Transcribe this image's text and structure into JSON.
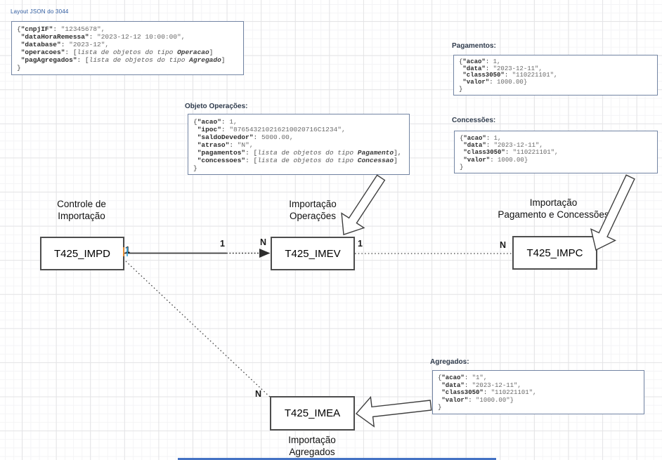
{
  "page": {
    "title": "Layout JSON do 3044"
  },
  "colors": {
    "json_box_border": "#7284a3",
    "entity_border": "#4d4d4d",
    "arrow_outline": "#3f3f3f",
    "title_blue": "#2e5b9f",
    "bottom_bar_blue": "#4472c4",
    "grid_minor": "#f4f4f6",
    "grid_major": "#e4e4e6"
  },
  "json_blocks": [
    {
      "id": "layout3044",
      "label": "",
      "lines": [
        [
          {
            "t": "{",
            "c": "p"
          },
          {
            "t": "\"cnpjIF\"",
            "c": "k"
          },
          {
            "t": ": ",
            "c": "p"
          },
          {
            "t": "\"12345678\",",
            "c": "v"
          }
        ],
        [
          {
            "t": " ",
            "c": "p"
          },
          {
            "t": "\"dataHoraRemessa\"",
            "c": "k"
          },
          {
            "t": ": ",
            "c": "p"
          },
          {
            "t": "\"2023-12-12 10:00:00\",",
            "c": "v"
          }
        ],
        [
          {
            "t": " ",
            "c": "p"
          },
          {
            "t": "\"database\"",
            "c": "k"
          },
          {
            "t": ": ",
            "c": "p"
          },
          {
            "t": "\"2023-12\",",
            "c": "v"
          }
        ],
        [
          {
            "t": " ",
            "c": "p"
          },
          {
            "t": "\"operacoes\"",
            "c": "k"
          },
          {
            "t": ": [",
            "c": "p"
          },
          {
            "t": "lista de objetos do tipo ",
            "c": "i"
          },
          {
            "t": "Operacao",
            "c": "bi"
          },
          {
            "t": "]",
            "c": "p"
          }
        ],
        [
          {
            "t": " ",
            "c": "p"
          },
          {
            "t": "\"pagAgregados\"",
            "c": "k"
          },
          {
            "t": ": [",
            "c": "p"
          },
          {
            "t": "lista de objetos do tipo ",
            "c": "i"
          },
          {
            "t": "Agregado",
            "c": "bi"
          },
          {
            "t": "]",
            "c": "p"
          }
        ],
        [
          {
            "t": "}",
            "c": "p"
          }
        ]
      ]
    },
    {
      "id": "operacoes",
      "label": "Objeto Operações:",
      "lines": [
        [
          {
            "t": "{",
            "c": "p"
          },
          {
            "t": "\"acao\"",
            "c": "k"
          },
          {
            "t": ": ",
            "c": "p"
          },
          {
            "t": "1,",
            "c": "v"
          }
        ],
        [
          {
            "t": " ",
            "c": "p"
          },
          {
            "t": "\"ipoc\"",
            "c": "k"
          },
          {
            "t": ": ",
            "c": "p"
          },
          {
            "t": "\"876543210216210020716C1234\",",
            "c": "v"
          }
        ],
        [
          {
            "t": " ",
            "c": "p"
          },
          {
            "t": "\"saldoDevedor\"",
            "c": "k"
          },
          {
            "t": ": ",
            "c": "p"
          },
          {
            "t": "5000.00,",
            "c": "v"
          }
        ],
        [
          {
            "t": " ",
            "c": "p"
          },
          {
            "t": "\"atraso\"",
            "c": "k"
          },
          {
            "t": ": ",
            "c": "p"
          },
          {
            "t": "\"N\",",
            "c": "v"
          }
        ],
        [
          {
            "t": " ",
            "c": "p"
          },
          {
            "t": "\"pagamentos\"",
            "c": "k"
          },
          {
            "t": ": [",
            "c": "p"
          },
          {
            "t": "lista de objetos do tipo ",
            "c": "i"
          },
          {
            "t": "Pagamento",
            "c": "bi"
          },
          {
            "t": "],",
            "c": "p"
          }
        ],
        [
          {
            "t": " ",
            "c": "p"
          },
          {
            "t": "\"concessoes\"",
            "c": "k"
          },
          {
            "t": ": [",
            "c": "p"
          },
          {
            "t": "lista de objetos do tipo ",
            "c": "i"
          },
          {
            "t": "Concessao",
            "c": "bi"
          },
          {
            "t": "]",
            "c": "p"
          }
        ],
        [
          {
            "t": "}",
            "c": "p"
          }
        ]
      ]
    },
    {
      "id": "pagamentos",
      "label": "Pagamentos:",
      "lines": [
        [
          {
            "t": "{",
            "c": "p"
          },
          {
            "t": "\"acao\"",
            "c": "k"
          },
          {
            "t": ": ",
            "c": "p"
          },
          {
            "t": "1,",
            "c": "v"
          }
        ],
        [
          {
            "t": " ",
            "c": "p"
          },
          {
            "t": "\"data\"",
            "c": "k"
          },
          {
            "t": ": ",
            "c": "p"
          },
          {
            "t": "\"2023-12-11\",",
            "c": "v"
          }
        ],
        [
          {
            "t": " ",
            "c": "p"
          },
          {
            "t": "\"class3050\"",
            "c": "k"
          },
          {
            "t": ": ",
            "c": "p"
          },
          {
            "t": "\"110221101\",",
            "c": "v"
          }
        ],
        [
          {
            "t": " ",
            "c": "p"
          },
          {
            "t": "\"valor\"",
            "c": "k"
          },
          {
            "t": ": ",
            "c": "p"
          },
          {
            "t": "1000.00}",
            "c": "v"
          }
        ],
        [
          {
            "t": "}",
            "c": "p"
          }
        ]
      ]
    },
    {
      "id": "concessoes",
      "label": "Concessões:",
      "lines": [
        [
          {
            "t": "{",
            "c": "p"
          },
          {
            "t": "\"acao\"",
            "c": "k"
          },
          {
            "t": ": ",
            "c": "p"
          },
          {
            "t": "1,",
            "c": "v"
          }
        ],
        [
          {
            "t": " ",
            "c": "p"
          },
          {
            "t": "\"data\"",
            "c": "k"
          },
          {
            "t": ": ",
            "c": "p"
          },
          {
            "t": "\"2023-12-11\",",
            "c": "v"
          }
        ],
        [
          {
            "t": " ",
            "c": "p"
          },
          {
            "t": "\"class3050\"",
            "c": "k"
          },
          {
            "t": ": ",
            "c": "p"
          },
          {
            "t": "\"110221101\",",
            "c": "v"
          }
        ],
        [
          {
            "t": " ",
            "c": "p"
          },
          {
            "t": "\"valor\"",
            "c": "k"
          },
          {
            "t": ": ",
            "c": "p"
          },
          {
            "t": "1000.00}",
            "c": "v"
          }
        ],
        [
          {
            "t": "}",
            "c": "p"
          }
        ]
      ]
    },
    {
      "id": "agregados",
      "label": "Agregados:",
      "lines": [
        [
          {
            "t": "{",
            "c": "p"
          },
          {
            "t": "\"acao\"",
            "c": "k"
          },
          {
            "t": ": ",
            "c": "p"
          },
          {
            "t": "\"1\",",
            "c": "v"
          }
        ],
        [
          {
            "t": " ",
            "c": "p"
          },
          {
            "t": "\"data\"",
            "c": "k"
          },
          {
            "t": ": ",
            "c": "p"
          },
          {
            "t": "\"2023-12-11\",",
            "c": "v"
          }
        ],
        [
          {
            "t": " ",
            "c": "p"
          },
          {
            "t": "\"class3050\"",
            "c": "k"
          },
          {
            "t": ": ",
            "c": "p"
          },
          {
            "t": "\"110221101\",",
            "c": "v"
          }
        ],
        [
          {
            "t": " ",
            "c": "p"
          },
          {
            "t": "\"valor\"",
            "c": "k"
          },
          {
            "t": ": ",
            "c": "p"
          },
          {
            "t": "\"1000.00\"}",
            "c": "v"
          }
        ],
        [
          {
            "t": "}",
            "c": "p"
          }
        ]
      ]
    }
  ],
  "entities": [
    {
      "name": "T425_IMPD",
      "caption1": "Controle de",
      "caption2": "Importação"
    },
    {
      "name": "T425_IMEV",
      "caption1": "Importação",
      "caption2": "Operações"
    },
    {
      "name": "T425_IMPC",
      "caption1": "Importação",
      "caption2": "Pagamento e Concessões"
    },
    {
      "name": "T425_IMEA",
      "caption1": "Importação",
      "caption2": "Agregados"
    }
  ],
  "connectors": {
    "impd_imev": {
      "from": "1",
      "mid": "1",
      "to": "N"
    },
    "imev_impc": {
      "from": "1",
      "to": "N"
    },
    "impd_imea": {
      "to": "N"
    }
  }
}
